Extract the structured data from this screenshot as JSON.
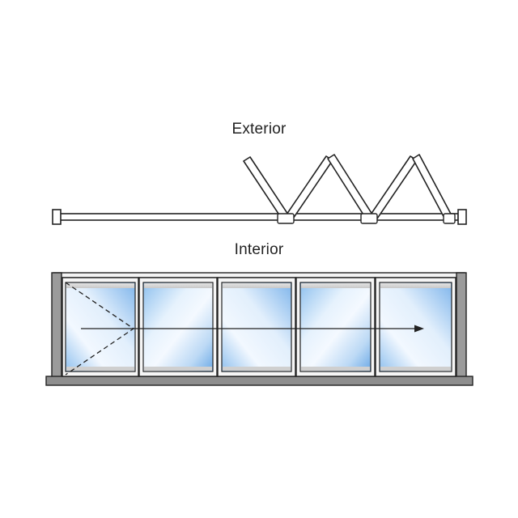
{
  "labels": {
    "exterior": "Exterior",
    "interior": "Interior"
  },
  "panels": {
    "count": 5
  },
  "colors": {
    "outline": "#222222",
    "frame": "#999999",
    "frame_light": "#f2f2f2",
    "glass_edge": "#9fc8ef",
    "glass_mid": "#e8f3fd",
    "glass_deep": "#6aa8e6",
    "background": "#ffffff"
  }
}
